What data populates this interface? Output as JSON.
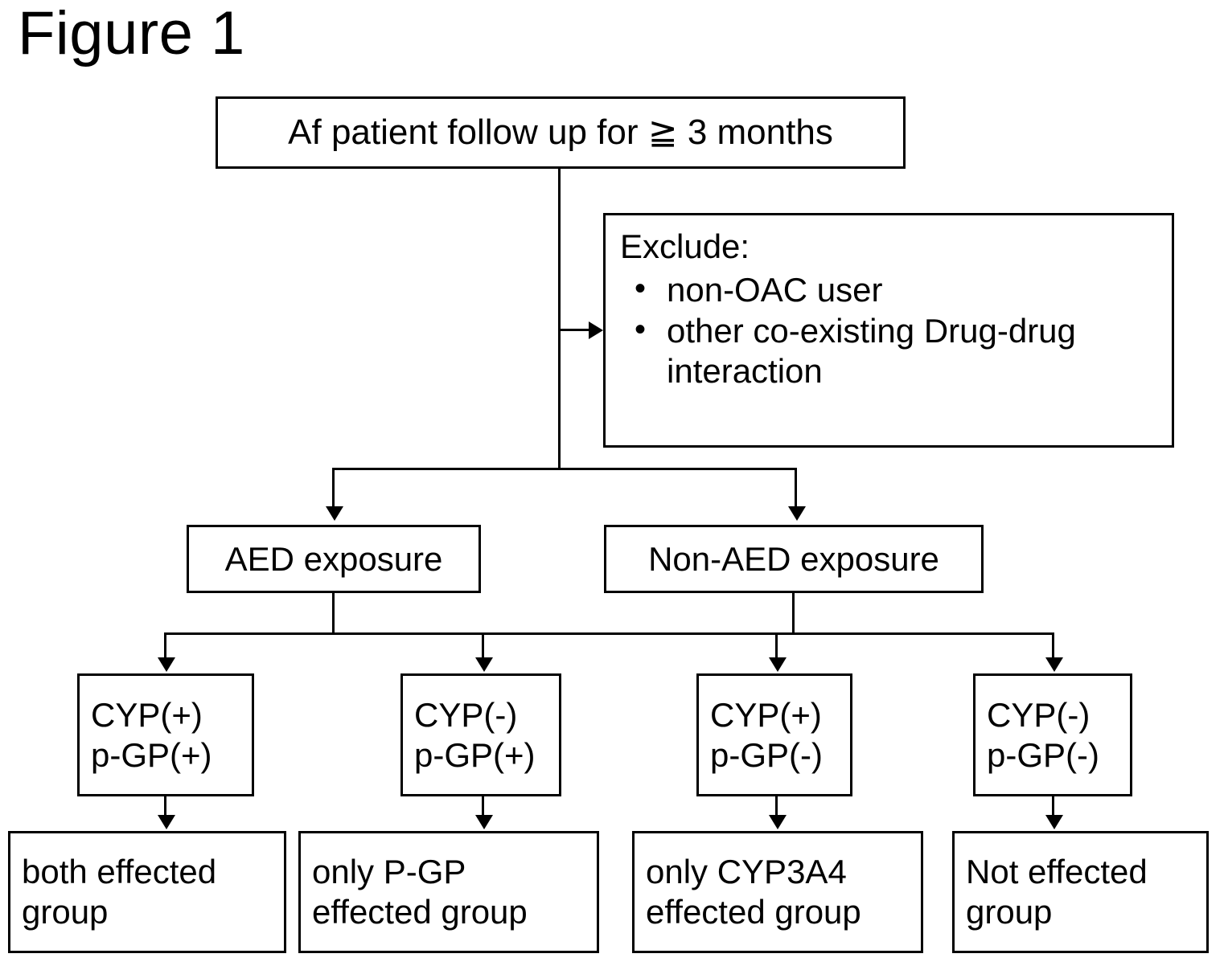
{
  "figure": {
    "title": "Figure 1"
  },
  "diagram": {
    "type": "flowchart",
    "orientation": "top-down",
    "line_color": "#000000",
    "background_color": "#ffffff",
    "nodes": {
      "root": {
        "label": "Af patient follow up for ≧ 3 months"
      },
      "exclude": {
        "heading": "Exclude:",
        "bullet_glyph": "•",
        "items": [
          "non-OAC user",
          "other co-existing Drug-drug interaction"
        ]
      },
      "exposure": [
        {
          "label": "AED exposure"
        },
        {
          "label": "Non-AED exposure"
        }
      ],
      "cyp": [
        {
          "line1": "CYP(+)",
          "line2": "p-GP(+)"
        },
        {
          "line1": "CYP(-)",
          "line2": "p-GP(+)"
        },
        {
          "line1": "CYP(+)",
          "line2": "p-GP(-)"
        },
        {
          "line1": "CYP(-)",
          "line2": "p-GP(-)"
        }
      ],
      "results": [
        {
          "line1": "both effected",
          "line2": "group"
        },
        {
          "line1": "only P-GP",
          "line2": "effected group"
        },
        {
          "line1": "only CYP3A4",
          "line2": "effected group"
        },
        {
          "line1": "Not effected",
          "line2": "group"
        }
      ]
    }
  }
}
